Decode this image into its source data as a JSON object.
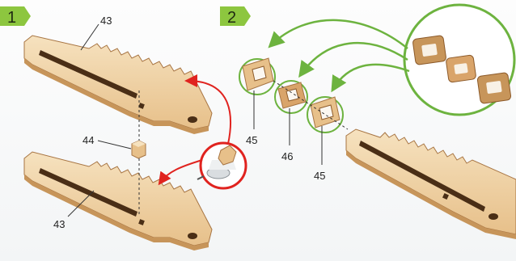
{
  "steps": [
    {
      "number": "1"
    },
    {
      "number": "2"
    }
  ],
  "part_labels": {
    "rack_top": "43",
    "rack_bottom": "43",
    "connector": "44",
    "frame_left": "45",
    "frame_middle": "46",
    "frame_right": "45"
  },
  "colors": {
    "step_badge": "#8dc63f",
    "arrow_red": "#e0231f",
    "arrow_green": "#6db33f",
    "wood_light": "#f1d7ad",
    "wood_dark": "#c7955a",
    "slot_dark": "#4a2e16"
  },
  "icons": [
    "glue-icon",
    "zoom-callout-icon"
  ]
}
